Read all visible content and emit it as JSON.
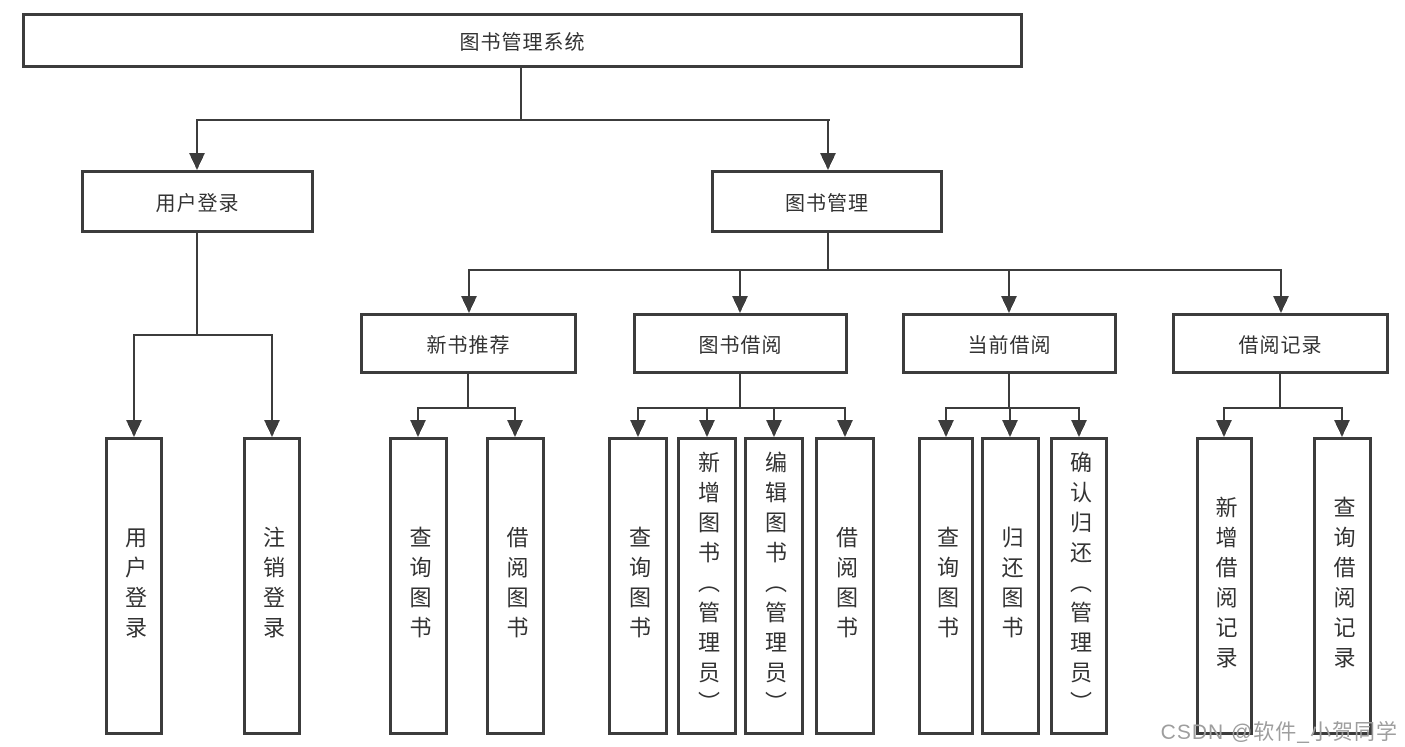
{
  "diagram": {
    "root": {
      "label": "图书管理系统"
    },
    "level2": [
      {
        "label": "用户登录",
        "children": [
          {
            "label": "用户登录"
          },
          {
            "label": "注销登录"
          }
        ]
      },
      {
        "label": "图书管理",
        "children": [
          {
            "label": "新书推荐",
            "children": [
              {
                "label": "查询图书"
              },
              {
                "label": "借阅图书"
              }
            ]
          },
          {
            "label": "图书借阅",
            "children": [
              {
                "label": "查询图书"
              },
              {
                "label": "新增图书（管理员）"
              },
              {
                "label": "编辑图书（管理员）"
              },
              {
                "label": "借阅图书"
              }
            ]
          },
          {
            "label": "当前借阅",
            "children": [
              {
                "label": "查询图书"
              },
              {
                "label": "归还图书"
              },
              {
                "label": "确认归还（管理员）"
              }
            ]
          },
          {
            "label": "借阅记录",
            "children": [
              {
                "label": "新增借阅记录"
              },
              {
                "label": "查询借阅记录"
              }
            ]
          }
        ]
      }
    ]
  },
  "watermark": {
    "text": "CSDN @软件_小贺同学"
  },
  "colors": {
    "line": "#3c3c3c",
    "text": "#333333",
    "watermark": "#9e9e9e",
    "background": "#ffffff"
  }
}
